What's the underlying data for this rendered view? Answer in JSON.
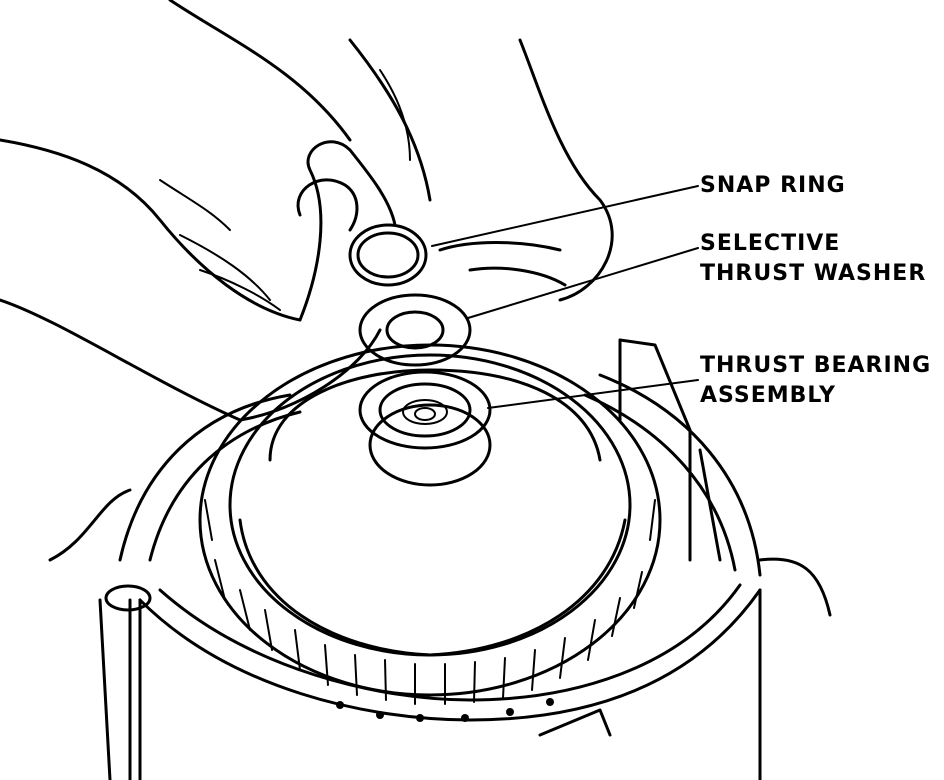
{
  "diagram": {
    "labels": [
      {
        "id": "snap_ring",
        "lines": [
          "SNAP RING"
        ]
      },
      {
        "id": "selective_thrust_washer",
        "lines": [
          "SELECTIVE",
          "THRUST WASHER"
        ]
      },
      {
        "id": "thrust_bearing_assembly",
        "lines": [
          "THRUST BEARING",
          "ASSEMBLY"
        ]
      }
    ]
  }
}
